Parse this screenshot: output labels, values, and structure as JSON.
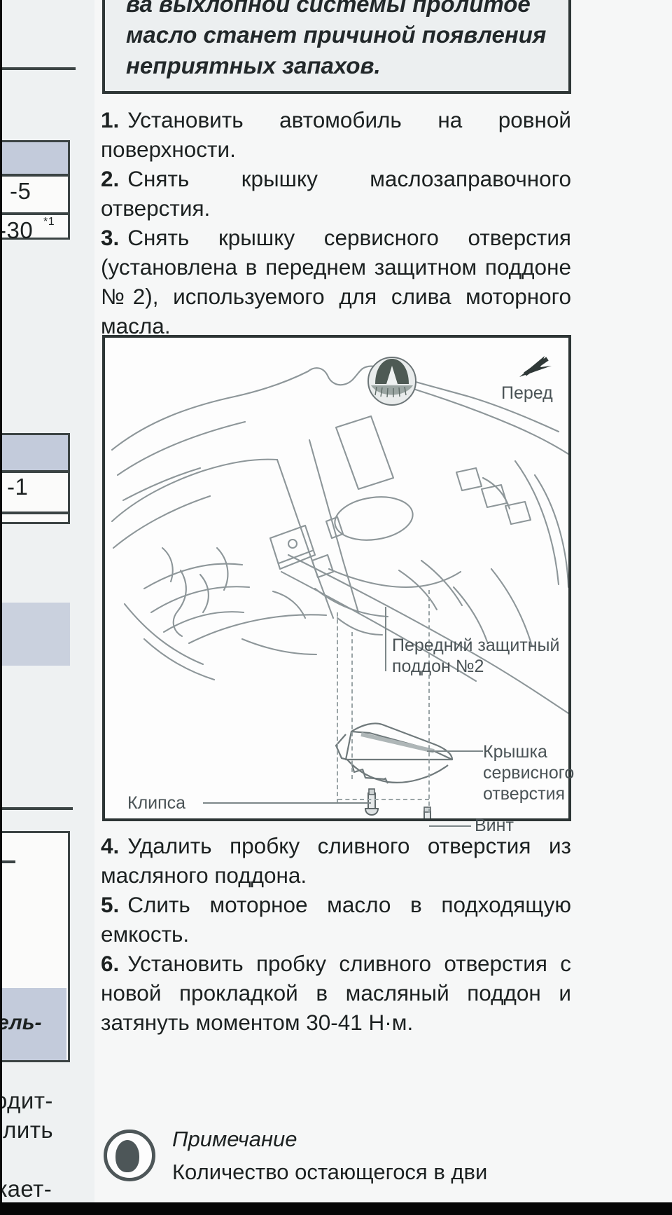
{
  "page": {
    "language": "ru",
    "background_color": "#f4f6f6",
    "ink_color": "#1c2121"
  },
  "warning_box": {
    "name": "warning-callout",
    "text": "ва выхлопной системы пролитое масло станет причиной появления неприятных запахов.",
    "style": "bold-italic",
    "border_color": "#2e3636",
    "fill_color": "#eceff0"
  },
  "steps": [
    {
      "num": "1.",
      "text": "Установить автомобиль на ровной поверхности."
    },
    {
      "num": "2.",
      "text": "Снять крышку маслозаправочного отверстия."
    },
    {
      "num": "3.",
      "text": "Снять крышку сервисного отверстия (установлена в переднем защитном поддоне №2), используемого для слива моторного масла."
    }
  ],
  "figure": {
    "name": "service-hole-cover-diagram",
    "direction_label": "Перед",
    "labels": [
      {
        "id": "front-under-cover",
        "text": "Передний защитный\nподдон №2"
      },
      {
        "id": "service-hole-cover",
        "text": "Крышка сервисного\nотверстия"
      },
      {
        "id": "clip",
        "text": "Клипса"
      },
      {
        "id": "screw",
        "text": "Винт"
      }
    ]
  },
  "steps_after": [
    {
      "num": "4.",
      "text": "Удалить пробку сливного отверстия из масляного поддона."
    },
    {
      "num": "5.",
      "text": "Слить моторное масло в подходящую емкость."
    },
    {
      "num": "6.",
      "text": "Установить пробку сливного отверстия с новой прокладкой в масляный поддон и затянуть моментом 30-41 Н·м."
    }
  ],
  "note": {
    "title": "Примечание",
    "body": "Количество остающегося в дви"
  },
  "left_column": {
    "description": "Clipped right edge of a neighbouring table column and body text",
    "table_fragments": [
      {
        "value": "-5"
      },
      {
        "value": "-30",
        "superscript": "*1"
      },
      {
        "value": "-1"
      }
    ],
    "text_fragments": [
      "ель-",
      "одит-",
      "олить",
      "жает-"
    ]
  }
}
